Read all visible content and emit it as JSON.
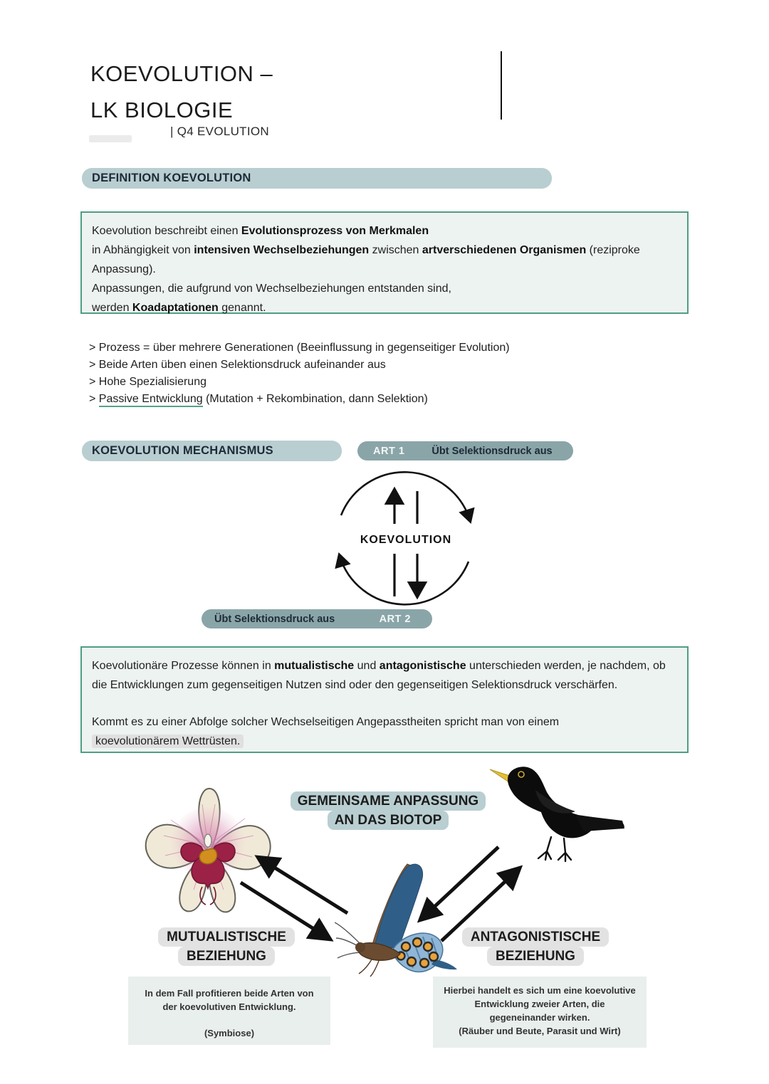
{
  "page": {
    "title_line1": "KOEVOLUTION –",
    "title_line2": "LK BIOLOGIE",
    "subtitle": "| Q4 EVOLUTION"
  },
  "colors": {
    "accent_teal_light": "#b9ced1",
    "accent_teal_dark": "#8aa5a8",
    "box_border_green": "#4f9e85",
    "box_bg": "#edf3f0",
    "highlight_gray": "#e0e0e0",
    "info_box_bg": "#e9efec",
    "text_dark": "#1d2b38"
  },
  "definition": {
    "header": "DEFINITION KOEVOLUTION",
    "paragraphs": {
      "p1": [
        {
          "t": "Koevolution beschreibt einen "
        },
        {
          "t": "Evolutionsprozess von Merkmalen",
          "c": "b"
        }
      ],
      "p2": [
        {
          "t": "in Abhängigkeit von "
        },
        {
          "t": "intensiven Wechselbeziehungen",
          "c": "b"
        },
        {
          "t": " zwischen "
        },
        {
          "t": "artverschiedenen Organismen",
          "c": "b"
        },
        {
          "t": " (reziproke Anpassung)."
        }
      ],
      "p3": [
        {
          "t": "Anpassungen, die aufgrund von Wechselbeziehungen entstanden sind,"
        }
      ],
      "p4": [
        {
          "t": "werden "
        },
        {
          "t": "Koadaptationen",
          "c": "b"
        },
        {
          "t": " genannt."
        }
      ]
    }
  },
  "bullets": {
    "b1": [
      {
        "t": "> Prozess = über mehrere Generationen (Beeinflussung in gegenseitiger Evolution)"
      }
    ],
    "b2": [
      {
        "t": "> Beide Arten üben einen Selektionsdruck aufeinander aus"
      }
    ],
    "b3": [
      {
        "t": "> Hohe Spezialisierung"
      }
    ],
    "b4": [
      {
        "t": "> "
      },
      {
        "t": "Passive Entwicklung",
        "c": "u"
      },
      {
        "t": " (Mutation + Rekombination, dann Selektion)"
      }
    ]
  },
  "mechanism": {
    "header": "KOEVOLUTION MECHANISMUS",
    "art1_label": "ART 1",
    "art1_text": "Übt Selektionsdruck aus",
    "art2_text": "Übt Selektionsdruck aus",
    "art2_label": "ART 2",
    "cycle_center": "KOEVOLUTION"
  },
  "mutualism_box": {
    "p1": [
      {
        "t": "Koevolutionäre Prozesse können in "
      },
      {
        "t": "mutualistische",
        "c": "b"
      },
      {
        "t": " und "
      },
      {
        "t": "antagonistische",
        "c": "b"
      },
      {
        "t": " unterschieden werden, je nachdem, ob die Entwicklungen zum gegenseitigen Nutzen sind oder den gegenseitigen Selektionsdruck verschärfen."
      }
    ],
    "p2": [
      {
        "t": "Kommt es zu einer Abfolge solcher Wechselseitigen Angepasstheiten spricht man von einem"
      }
    ],
    "p3": [
      {
        "t": "koevolutionärem Wettrüsten.",
        "c": "hl"
      }
    ]
  },
  "diagram": {
    "biotop_label": [
      "GEMEINSAME ANPASSUNG",
      "AN DAS BIOTOP"
    ],
    "mutualistic_label": [
      "MUTUALISTISCHE",
      "BEZIEHUNG"
    ],
    "antagonistic_label": [
      "ANTAGONISTISCHE",
      "BEZIEHUNG"
    ],
    "left_box": {
      "p1": "In dem Fall profitieren beide Arten von der koevolutiven Entwicklung.",
      "p2": "(Symbiose)"
    },
    "right_box": {
      "p1": "Hierbei handelt es sich um eine koevolutive Entwicklung zweier Arten, die gegeneinander wirken.",
      "p2": "(Räuber und Beute, Parasit und Wirt)"
    },
    "illustrations": {
      "left": "orchid-flower",
      "center": "butterfly",
      "right": "blackbird"
    }
  }
}
